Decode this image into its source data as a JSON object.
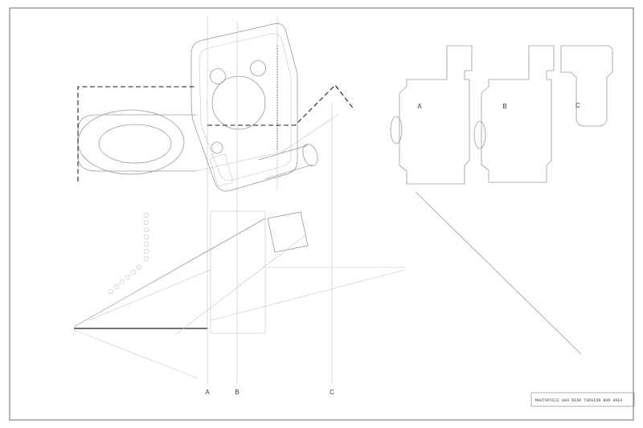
{
  "labels": {
    "section_a": "A",
    "section_b": "B",
    "section_c": "C",
    "datum_a": "A",
    "datum_b": "B",
    "datum_c": "C"
  },
  "title_block": {
    "text": "MOUTHPIECE 004 REAR TORSION BAR AREA"
  },
  "colors": {
    "background": "#ffffff",
    "sheet_border": "#6e6e6e",
    "line_light": "#c2c2c2",
    "line_mid": "#9a9a9a",
    "line_dark": "#1f1f1f",
    "label_color": "#3a3a3a"
  }
}
